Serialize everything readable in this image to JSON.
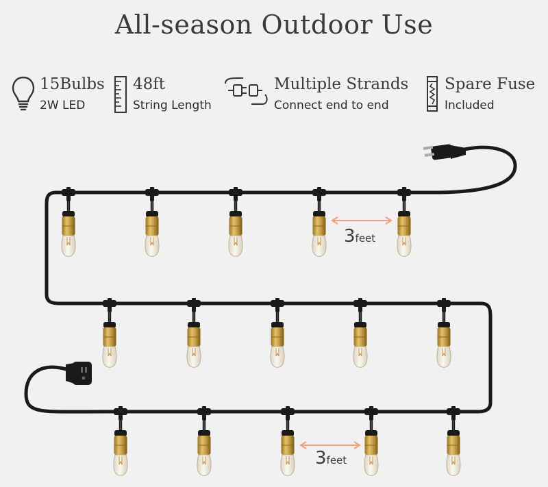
{
  "title": "All-season Outdoor Use",
  "features": [
    {
      "icon": "bulb-icon",
      "line1": "15Bulbs",
      "line2": "2W LED"
    },
    {
      "icon": "ruler-icon",
      "line1": "48ft",
      "line2": "String Length"
    },
    {
      "icon": "plug-connector-icon",
      "line1": "Multiple Strands",
      "line2": "Connect end to end"
    },
    {
      "icon": "fuse-icon",
      "line1": "Spare Fuse",
      "line2": "Included"
    }
  ],
  "spacing_labels": [
    {
      "value": "3",
      "unit": "feet"
    },
    {
      "value": "3",
      "unit": "feet"
    }
  ],
  "colors": {
    "background": "#f1f1f1",
    "cord": "#1a1a1a",
    "socket_brass": "#c9a24a",
    "arrow": "#f0a080"
  }
}
